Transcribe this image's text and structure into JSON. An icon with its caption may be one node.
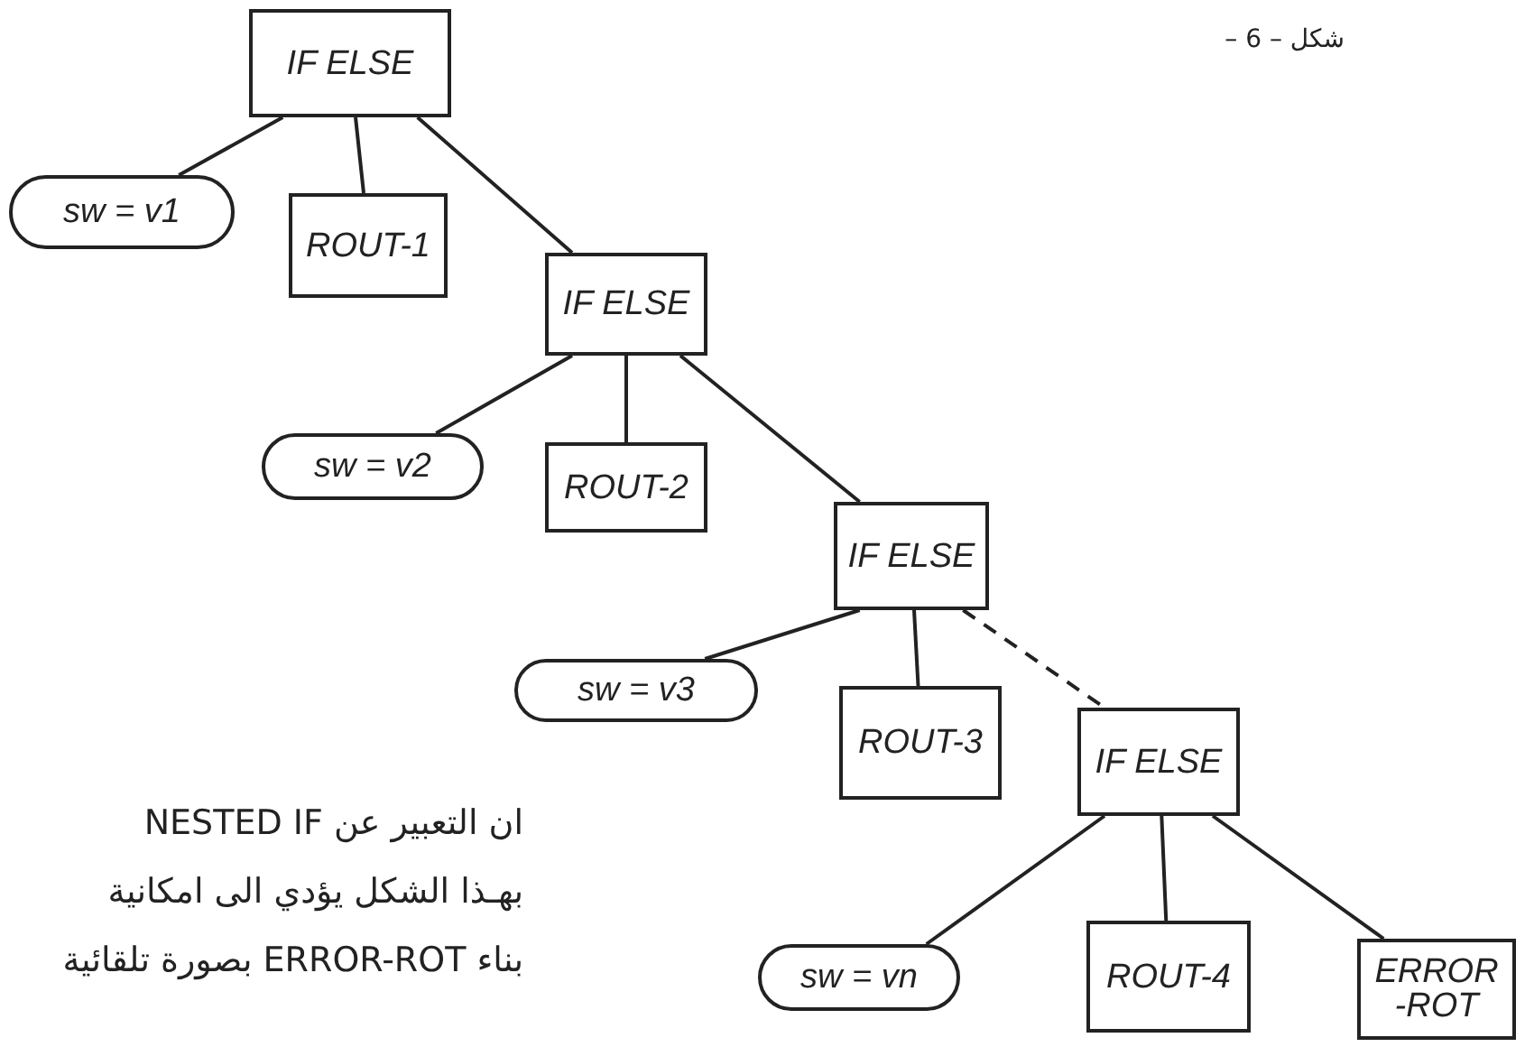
{
  "diagram": {
    "nodes": [
      {
        "text": [
          "IF ELSE"
        ]
      },
      {
        "text": [
          "sw = v1"
        ]
      },
      {
        "text": [
          "ROUT-1"
        ]
      },
      {
        "text": [
          "IF ELSE"
        ]
      },
      {
        "text": [
          "sw = v2"
        ]
      },
      {
        "text": [
          "ROUT-2"
        ]
      },
      {
        "text": [
          "IF ELSE"
        ]
      },
      {
        "text": [
          "sw = v3"
        ]
      },
      {
        "text": [
          "ROUT-3"
        ]
      },
      {
        "text": [
          "IF ELSE"
        ]
      },
      {
        "text": [
          "sw = vn"
        ]
      },
      {
        "text": [
          "ROUT-4"
        ]
      },
      {
        "text": [
          "ERROR -ROT"
        ]
      }
    ],
    "edges": [
      {
        "from": 0,
        "to": 1,
        "arrow": "none"
      },
      {
        "from": 0,
        "to": 2,
        "arrow": "none"
      },
      {
        "from": 0,
        "to": 3,
        "arrow": "none"
      },
      {
        "from": 3,
        "to": 4,
        "arrow": "none"
      },
      {
        "from": 3,
        "to": 5,
        "arrow": "none"
      },
      {
        "from": 3,
        "to": 6,
        "arrow": "none"
      },
      {
        "from": 6,
        "to": 7,
        "arrow": "none"
      },
      {
        "from": 6,
        "to": 8,
        "arrow": "none"
      },
      {
        "from": 6,
        "to": 9,
        "arrow": "none",
        "style": "dashed"
      },
      {
        "from": 9,
        "to": 10,
        "arrow": "none"
      },
      {
        "from": 9,
        "to": 11,
        "arrow": "none"
      },
      {
        "from": 9,
        "to": 12,
        "arrow": "none"
      }
    ],
    "labels": [
      "شكل – 6 –",
      "ان التعبير عن NESTED IF",
      "بهـذا الشكل يؤدي الى امكانية",
      "بناء ERROR-ROT بصورة تلقائية"
    ]
  }
}
